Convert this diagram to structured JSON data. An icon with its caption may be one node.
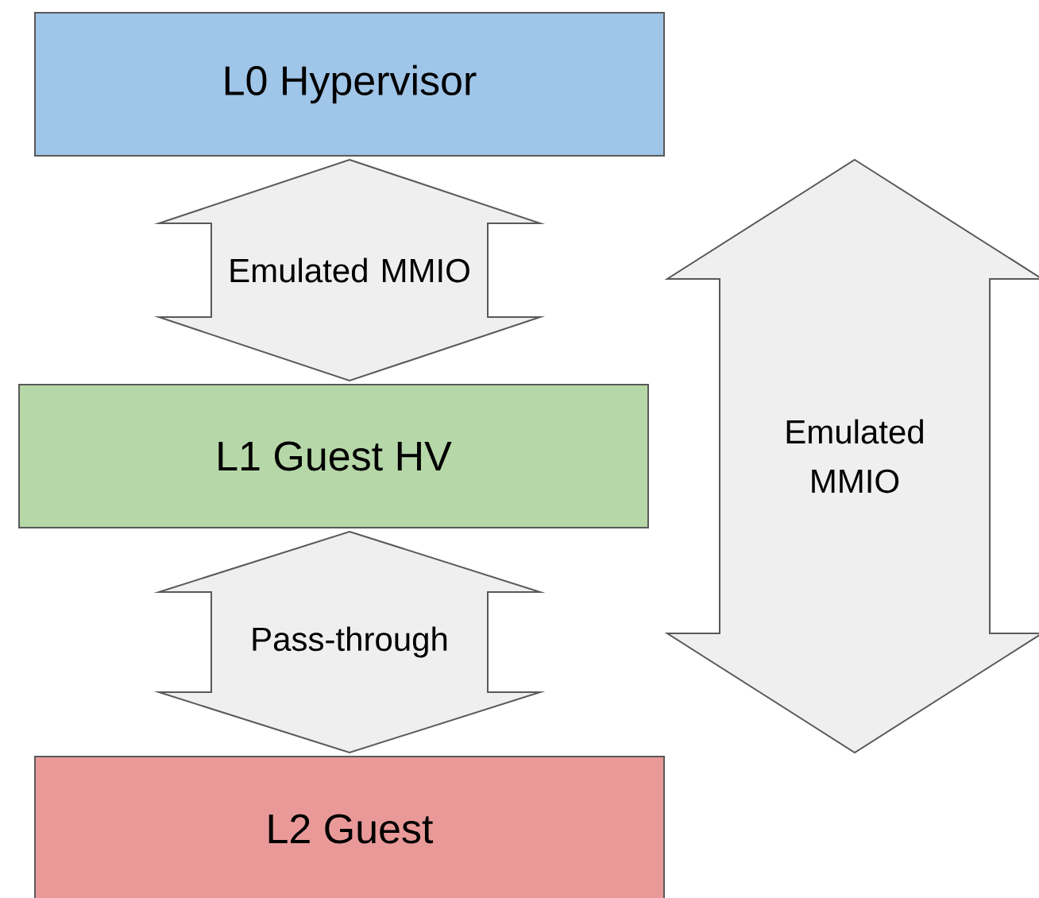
{
  "diagram": {
    "nodes": [
      {
        "text": [
          "L0 Hypervisor"
        ]
      },
      {
        "text": [
          "L1 Guest HV"
        ]
      },
      {
        "text": [
          "L2 Guest"
        ]
      }
    ],
    "edges": [
      {
        "from": 0,
        "to": 1,
        "arrow": "both",
        "label": "Emulated MMIO"
      },
      {
        "from": 1,
        "to": 2,
        "arrow": "both",
        "label": "Pass-through"
      },
      {
        "from": 0,
        "to": 2,
        "arrow": "both",
        "label": "Emulated MMIO"
      }
    ]
  }
}
